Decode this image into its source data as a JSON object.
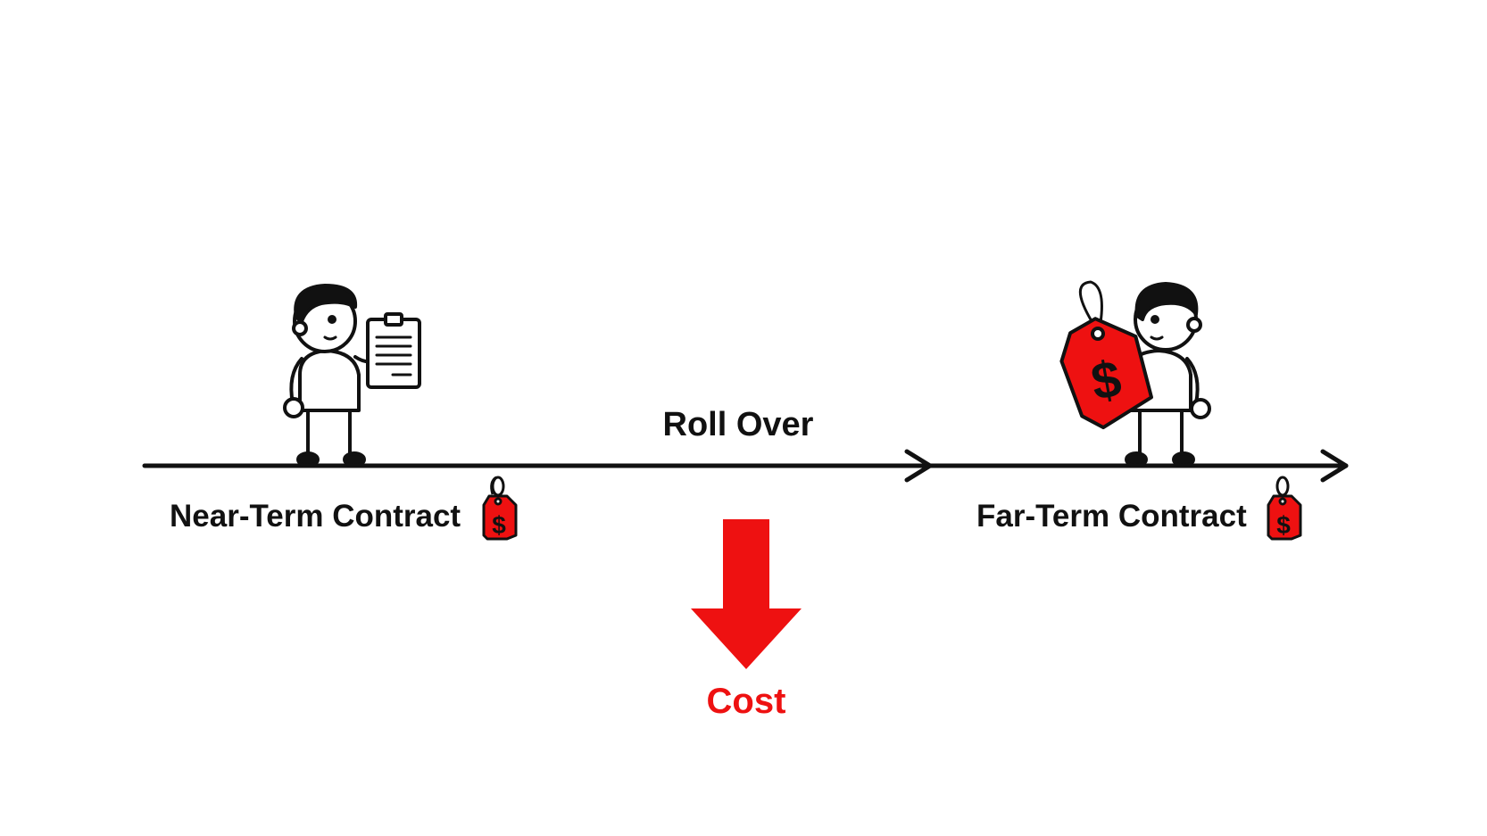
{
  "diagram": {
    "roll_label": "Roll Over",
    "near_label": "Near-Term Contract",
    "far_label": "Far-Term Contract",
    "cost_label": "Cost",
    "tag_symbol": "$",
    "big_tag_symbol": "$"
  },
  "colors": {
    "ink": "#111111",
    "accent_red": "#ee1111",
    "label_black": "#111111",
    "background": "#ffffff"
  },
  "icons": {
    "near_person": "person-holding-clipboard-icon",
    "far_person": "person-holding-price-tag-icon",
    "small_tag": "price-tag-icon",
    "down_arrow": "down-arrow-icon"
  }
}
